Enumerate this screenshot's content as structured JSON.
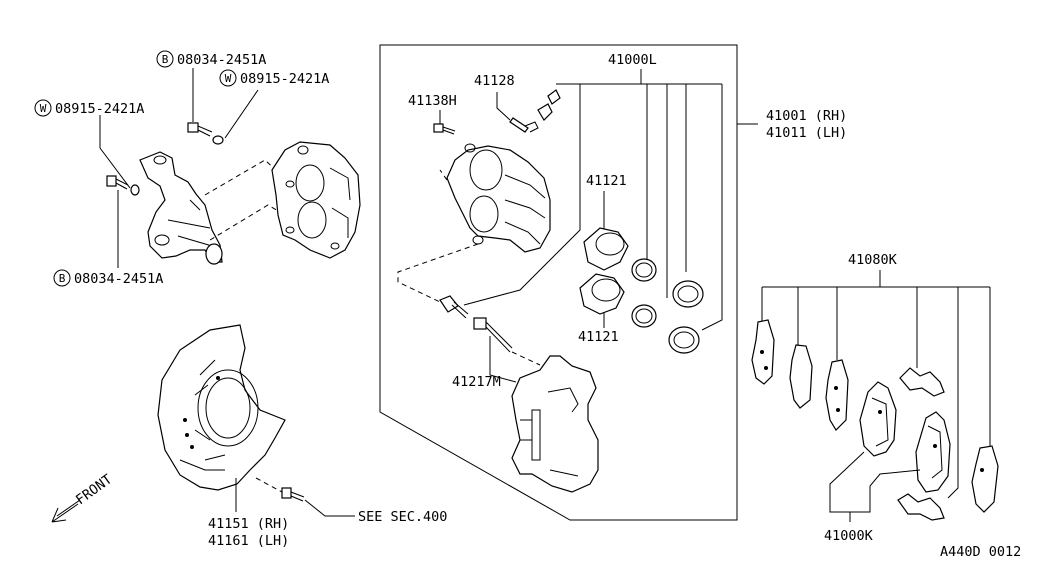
{
  "labels": {
    "bolt_b_top": "08034-2451A",
    "washer_w_top": "08915-2421A",
    "washer_w_left": "08915-2421A",
    "bolt_b_bottom": "08034-2451A",
    "caliper_assy": "41000L",
    "bleeder": "41128",
    "cap_41138h": "41138H",
    "caliper_rh": "41001 (RH)",
    "caliper_lh": "41011 (LH)",
    "piston_top": "41121",
    "piston_bottom": "41121",
    "pin_bolt": "41217M",
    "pad_kit": "41080K",
    "pad_set": "41000K",
    "plate_rh": "41151 (RH)",
    "plate_lh": "41161 (LH)",
    "see_sec": "SEE SEC.400",
    "front": "FRONT",
    "fig_code": "A440D 0012"
  },
  "markers": {
    "bolt": "B",
    "washer": "W"
  }
}
